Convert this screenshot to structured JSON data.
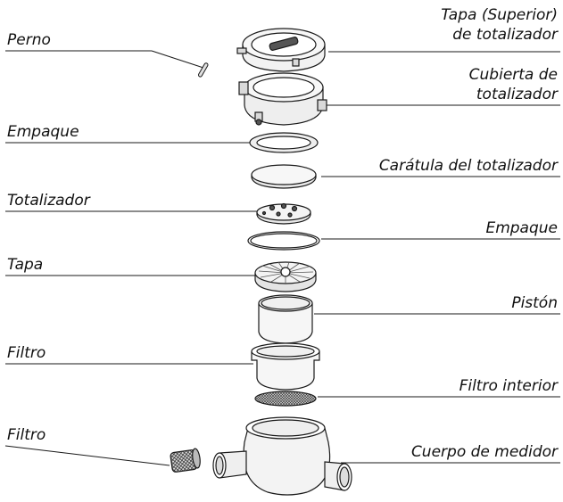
{
  "labels": {
    "tapa_superior_line1": "Tapa (Superior)",
    "tapa_superior_line2": "de totalizador",
    "perno": "Perno",
    "cubierta_line1": "Cubierta de",
    "cubierta_line2": "totalizador",
    "empaque_top": "Empaque",
    "caratula": "Carátula del totalizador",
    "totalizador": "Totalizador",
    "empaque_bottom": "Empaque",
    "tapa": "Tapa",
    "piston": "Pistón",
    "filtro_left": "Filtro",
    "filtro_interior": "Filtro interior",
    "filtro_inlet": "Filtro",
    "cuerpo": "Cuerpo de medidor"
  },
  "colors": {
    "stroke": "#1a1a1a",
    "fill_light": "#f2f2f2",
    "fill_mid": "#d9d9d9",
    "fill_dark": "#555555"
  }
}
